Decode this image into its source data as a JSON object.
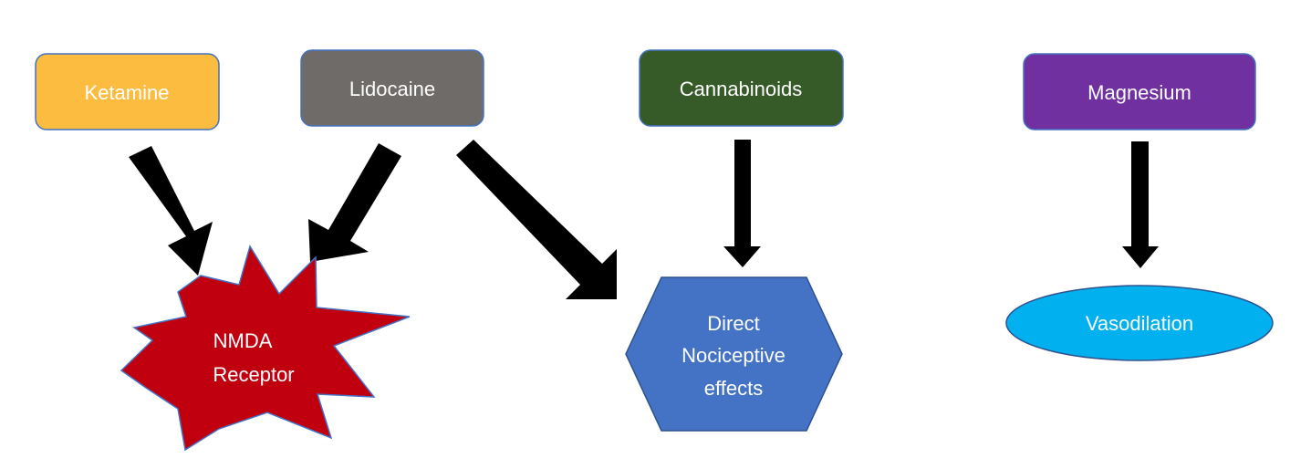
{
  "nodes": {
    "ketamine": {
      "label": "Ketamine",
      "color": "#fbbc3f"
    },
    "lidocaine": {
      "label": "Lidocaine",
      "color": "#6f6b69"
    },
    "cannabinoids": {
      "label": "Cannabinoids",
      "color": "#375a29"
    },
    "magnesium": {
      "label": "Magnesium",
      "color": "#7030a0"
    },
    "nmda": {
      "label_lines": [
        "NMDA",
        "Receptor"
      ],
      "color": "#c0000f",
      "shape": "star-burst"
    },
    "direct": {
      "label_lines": [
        "Direct",
        "Nociceptive",
        "effects"
      ],
      "color": "#4472c4",
      "shape": "hexagon"
    },
    "vasodilation": {
      "label": "Vasodilation",
      "color": "#00b0ef",
      "shape": "ellipse"
    }
  },
  "edges": [
    {
      "from": "Ketamine",
      "to": "NMDA Receptor"
    },
    {
      "from": "Lidocaine",
      "to": "NMDA Receptor"
    },
    {
      "from": "Lidocaine",
      "to": "Direct Nociceptive effects"
    },
    {
      "from": "Cannabinoids",
      "to": "Direct Nociceptive effects"
    },
    {
      "from": "Magnesium",
      "to": "Vasodilation"
    }
  ],
  "arrow_color": "#000000"
}
